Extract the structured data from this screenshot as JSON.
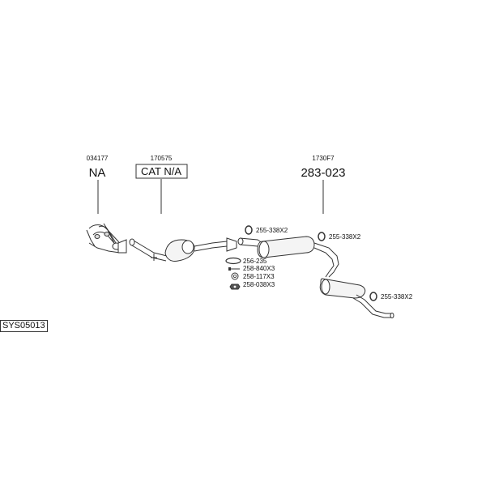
{
  "system_code": "SYS05013",
  "parts": [
    {
      "ref": "034177",
      "code": "NA"
    },
    {
      "ref": "170575",
      "code": "CAT N/A"
    },
    {
      "ref": "1730F7",
      "code": "283-023"
    }
  ],
  "fittings": [
    "255-338X2",
    "255-338X2",
    "256-235",
    "258-840X3",
    "258-117X3",
    "258-038X3",
    "255-338X2"
  ]
}
